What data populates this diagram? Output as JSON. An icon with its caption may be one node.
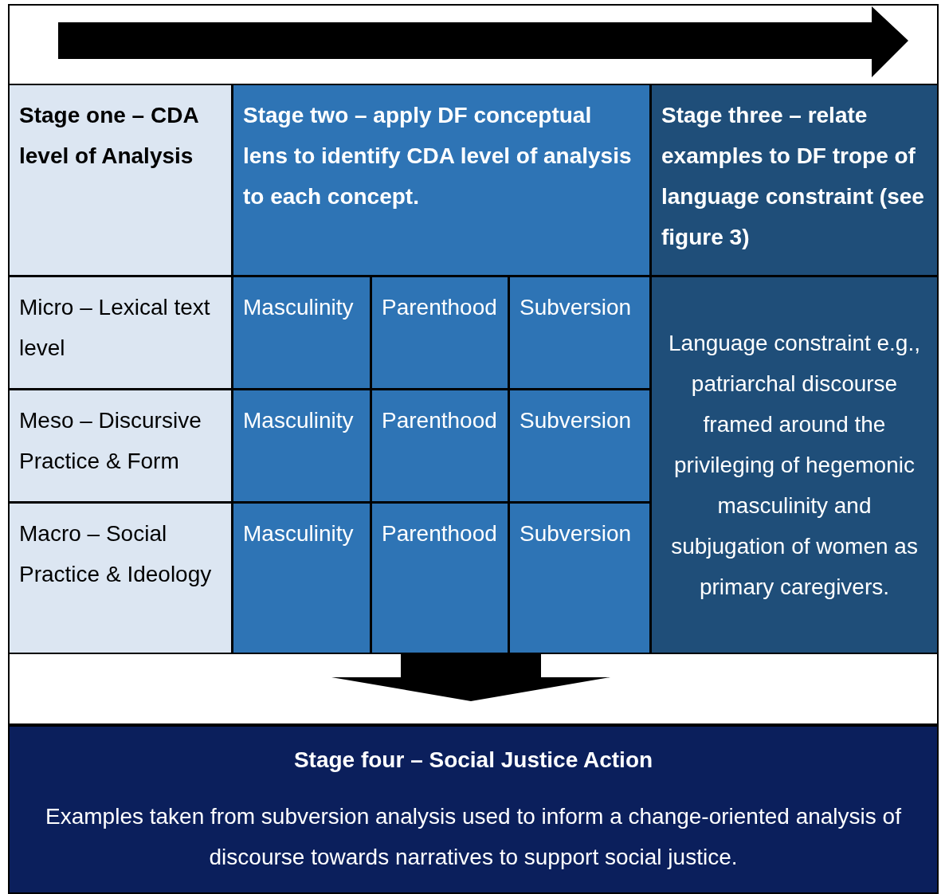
{
  "diagram": {
    "nodes": [
      {
        "text": [
          "Stage one – CDA level of Analysis"
        ]
      },
      {
        "text": [
          "Stage two – apply DF conceptual lens to identify CDA level of analysis to each concept."
        ]
      },
      {
        "text": [
          "Stage three – relate examples to DF trope of language constraint (see figure 3)"
        ]
      },
      {
        "text": [
          "Micro – Lexical text level"
        ]
      },
      {
        "text": [
          "Masculinity"
        ]
      },
      {
        "text": [
          "Parenthood"
        ]
      },
      {
        "text": [
          "Subversion"
        ]
      },
      {
        "text": [
          "Language constraint e.g., patriarchal discourse framed around the privileging of hegemonic masculinity and subjugation of women as primary caregivers."
        ]
      },
      {
        "text": [
          "Meso – Discursive Practice & Form"
        ]
      },
      {
        "text": [
          "Masculinity"
        ]
      },
      {
        "text": [
          "Parenthood"
        ]
      },
      {
        "text": [
          "Subversion"
        ]
      },
      {
        "text": [
          "Macro – Social Practice & Ideology"
        ]
      },
      {
        "text": [
          "Masculinity"
        ]
      },
      {
        "text": [
          "Parenthood"
        ]
      },
      {
        "text": [
          "Subversion"
        ]
      },
      {
        "text": [
          "Stage four – Social Justice Action",
          "Examples taken from subversion analysis used to inform a change-oriented analysis of discourse towards narratives to support social justice."
        ]
      }
    ],
    "edges": [
      {
        "from": 14,
        "to": 16,
        "arrow": "to"
      }
    ]
  }
}
